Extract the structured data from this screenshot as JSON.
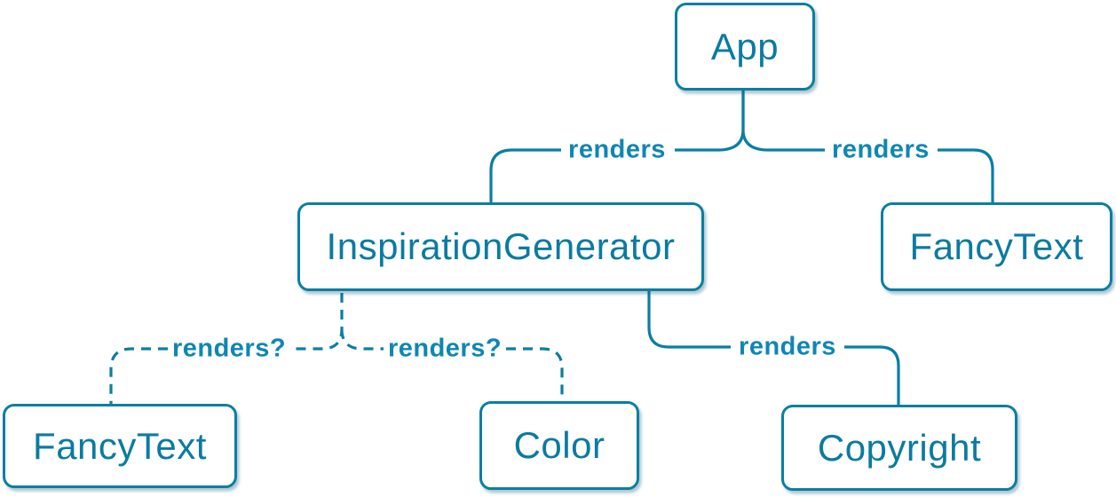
{
  "diagram": {
    "description": "React component render tree",
    "colors": {
      "background": "#ffffff",
      "node_fill": "#ffffff",
      "node_border": "#0a7ea4",
      "node_text": "#0b7ba1",
      "edge_stroke": "#0a7ea4",
      "edge_label_text": "#0f86b4"
    },
    "nodes": {
      "app": {
        "label": "App"
      },
      "inspiration_generator": {
        "label": "InspirationGenerator"
      },
      "fancy_text_top": {
        "label": "FancyText"
      },
      "fancy_text_bottom": {
        "label": "FancyText"
      },
      "color": {
        "label": "Color"
      },
      "copyright": {
        "label": "Copyright"
      }
    },
    "edges": {
      "app_to_inspiration_generator": {
        "from": "App",
        "to": "InspirationGenerator",
        "label": "renders",
        "style": "solid"
      },
      "app_to_fancy_text": {
        "from": "App",
        "to": "FancyText",
        "label": "renders",
        "style": "solid"
      },
      "inspiration_generator_to_fancy_text": {
        "from": "InspirationGenerator",
        "to": "FancyText",
        "label": "renders?",
        "style": "dashed"
      },
      "inspiration_generator_to_color": {
        "from": "InspirationGenerator",
        "to": "Color",
        "label": "renders?",
        "style": "dashed"
      },
      "inspiration_generator_to_copyright": {
        "from": "InspirationGenerator",
        "to": "Copyright",
        "label": "renders",
        "style": "solid"
      }
    }
  }
}
